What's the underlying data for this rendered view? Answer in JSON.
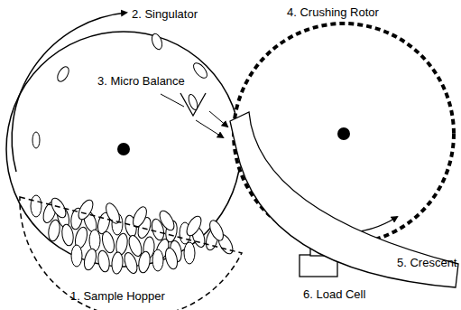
{
  "diagram": {
    "labels": [
      "2.  Singulator",
      "3. Micro Balance",
      "4. Crushing Rotor",
      "5. Crescent",
      "6. Load Cell",
      "1.  Sample Hopper"
    ]
  }
}
